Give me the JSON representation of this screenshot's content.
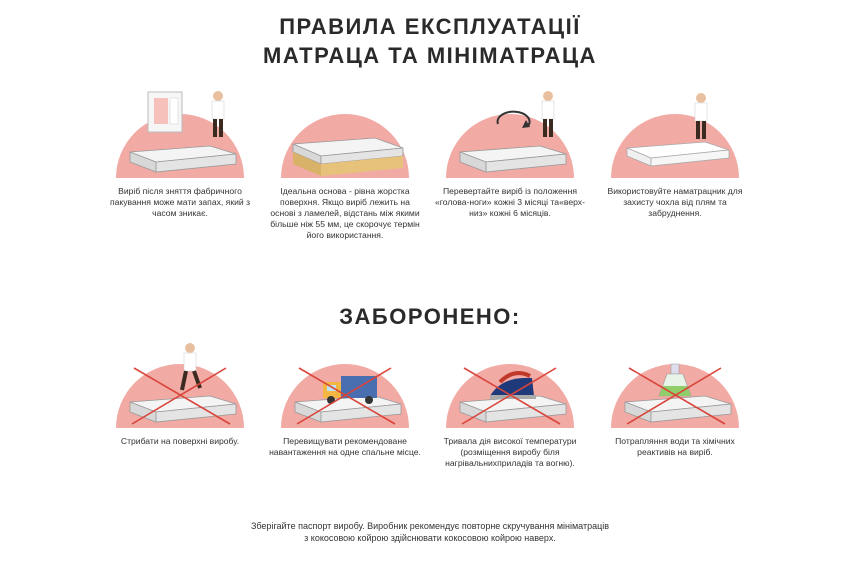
{
  "title": {
    "line1": "ПРАВИЛА ЕКСПЛУАТАЦІЇ",
    "line2": "МАТРАЦА ТА МІНІМАТРАЦА"
  },
  "rules": [
    {
      "icon": "unpacking-icon",
      "caption": "Виріб після зняття фабричного пакування може мати запах, який з часом зникає."
    },
    {
      "icon": "bed-base-icon",
      "caption": "Ідеальна основа - рівна жорстка поверхня. Якщо виріб лежить на основі з ламелей, відстань між якими більше ніж 55 мм, це скорочує термін його використання."
    },
    {
      "icon": "rotate-mattress-icon",
      "caption": "Перевертайте виріб із положення «голова-ноги» кожні 3 місяці та«верх-низ» кожні 6 місяців."
    },
    {
      "icon": "mattress-protector-icon",
      "caption": "Використовуйте наматрацник для захисту чохла від плям та забруднення."
    }
  ],
  "forbidden_title": "ЗАБОРОНЕНО:",
  "forbidden": [
    {
      "icon": "jumping-person-icon",
      "caption": "Стрибати на поверхні виробу."
    },
    {
      "icon": "truck-overload-icon",
      "caption": "Перевищувати рекомендоване навантаження на одне спальне місце."
    },
    {
      "icon": "iron-heat-icon",
      "caption": "Тривала дія високої температури (розміщення виробу біля нагрівальнихприладів та вогню)."
    },
    {
      "icon": "chemicals-water-icon",
      "caption": "Потрапляння води та хімічних реактивів на виріб."
    }
  ],
  "footer": {
    "line1": "Зберігайте паспорт виробу. Виробник рекомендує повторне скручування мініматраців",
    "line2": "з кокосовою койрою здійснювати кокосовою койрою наверх."
  },
  "colors": {
    "circle": "#f2aaa4",
    "mattress": "#eeeeee",
    "cross": "#d9453b"
  }
}
